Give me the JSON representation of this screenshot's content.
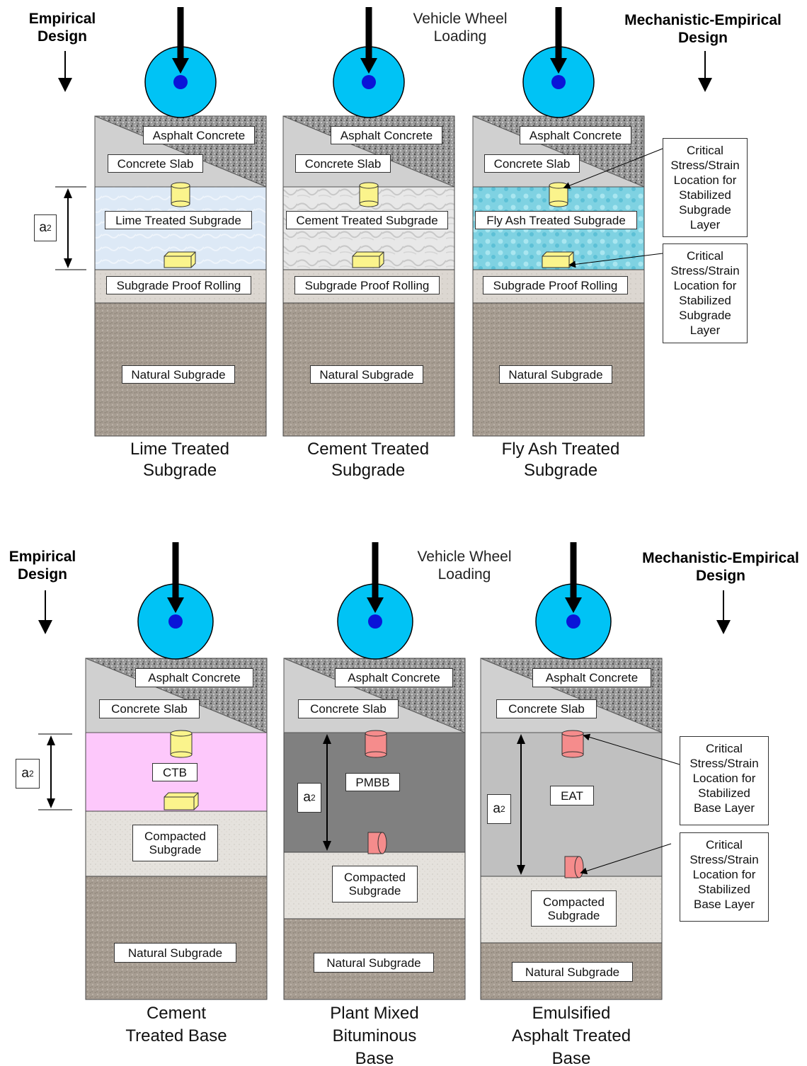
{
  "headers": {
    "empirical": [
      "Empirical",
      "Design"
    ],
    "mechanistic": [
      "Mechanistic-Empirical",
      "Design"
    ],
    "vehicle_loading": [
      "Vehicle Wheel",
      "Loading"
    ]
  },
  "a2_symbol": "a",
  "a2_subscript": "2",
  "critical_note_subgrade": [
    "Critical",
    "Stress/Strain",
    "Location for",
    "Stabilized",
    "Subgrade",
    "Layer"
  ],
  "critical_note_base": [
    "Critical",
    "Stress/Strain",
    "Location for",
    "Stabilized",
    "Base Layer"
  ],
  "top_row": [
    {
      "asphalt": "Asphalt Concrete",
      "slab": "Concrete Slab",
      "treated": "Lime Treated  Subgrade",
      "proof": "Subgrade Proof Rolling",
      "natural": "Natural Subgrade",
      "caption": [
        "Lime Treated",
        "Subgrade"
      ],
      "treated_color": "#dbe9f7"
    },
    {
      "asphalt": "Asphalt Concrete",
      "slab": "Concrete Slab",
      "treated": "Cement Treated Subgrade",
      "proof": "Subgrade Proof Rolling",
      "natural": "Natural Subgrade",
      "caption": [
        "Cement Treated",
        "Subgrade"
      ],
      "treated_color": "#e3e3e3"
    },
    {
      "asphalt": "Asphalt Concrete",
      "slab": "Concrete Slab",
      "treated": "Fly Ash Treated Subgrade",
      "proof": "Subgrade Proof Rolling",
      "natural": "Natural Subgrade",
      "caption": [
        "Fly Ash Treated",
        "Subgrade"
      ],
      "treated_color": "#7fd2e2"
    }
  ],
  "bottom_row": [
    {
      "asphalt": "Asphalt Concrete",
      "slab": "Concrete Slab",
      "base": "CTB",
      "compacted": [
        "Compacted",
        "Subgrade"
      ],
      "natural": "Natural Subgrade",
      "caption": [
        "Cement",
        "Treated Base"
      ],
      "base_color": "#fdc8fb"
    },
    {
      "asphalt": "Asphalt Concrete",
      "slab": "Concrete Slab",
      "base": "PMBB",
      "compacted": [
        "Compacted",
        "Subgrade"
      ],
      "natural": "Natural Subgrade",
      "caption": [
        "Plant Mixed",
        "Bituminous",
        "Base"
      ],
      "base_color": "#808080"
    },
    {
      "asphalt": "Asphalt Concrete",
      "slab": "Concrete Slab",
      "base": "EAT",
      "compacted": [
        "Compacted",
        "Subgrade"
      ],
      "natural": "Natural Subgrade",
      "caption": [
        "Emulsified",
        "Asphalt Treated",
        "Base"
      ],
      "base_color": "#c0c0c0"
    }
  ],
  "colors": {
    "wheel": "#00c3f5",
    "hub": "#0a14d8",
    "natural_soil": "#a79d92",
    "compacted_soil": "#e5e2dd",
    "proof_soil": "#dad6d0",
    "slab_gray": "#d0d0d0",
    "asphalt_texture": "#777777",
    "strain_gauge": "#fbf48c",
    "pressure_cell": "#f58c8c"
  }
}
